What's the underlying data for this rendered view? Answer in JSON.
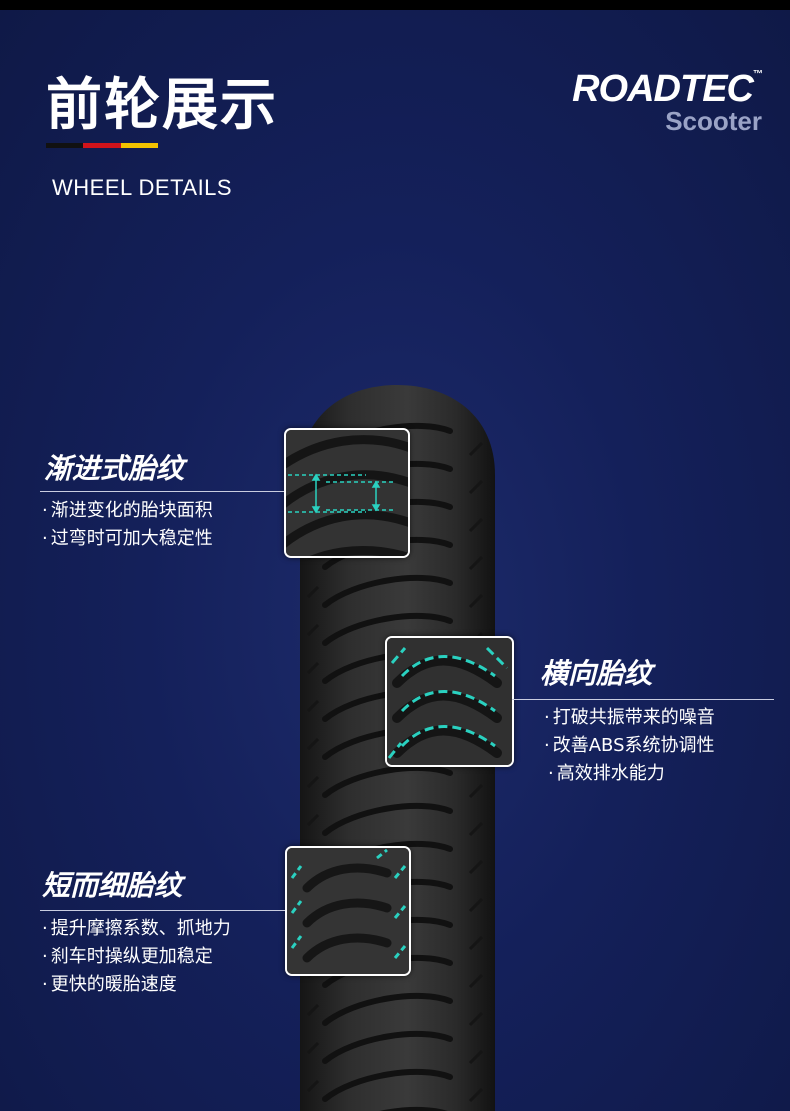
{
  "header": {
    "title": "前轮展示",
    "subtitle": "WHEEL DETAILS",
    "flag_colors": [
      "#111111",
      "#d0131b",
      "#f2c200"
    ]
  },
  "brand": {
    "name": "ROADTEC",
    "trademark": "™",
    "sub": "Scooter"
  },
  "sections": [
    {
      "title": "渐进式胎纹",
      "bullets": [
        "渐进变化的胎块面积",
        "过弯时可加大稳定性"
      ]
    },
    {
      "title": "横向胎纹",
      "bullets": [
        "打破共振带来的噪音",
        "改善ABS系统协调性",
        "高效排水能力"
      ]
    },
    {
      "title": "短而细胎纹",
      "bullets": [
        "提升摩擦系数、抓地力",
        "刹车时操纵更加稳定",
        "更快的暖胎速度"
      ]
    }
  ],
  "colors": {
    "background": "#14205a",
    "accent_teal": "#2ad1c0",
    "tire": "#2b2b2b"
  }
}
